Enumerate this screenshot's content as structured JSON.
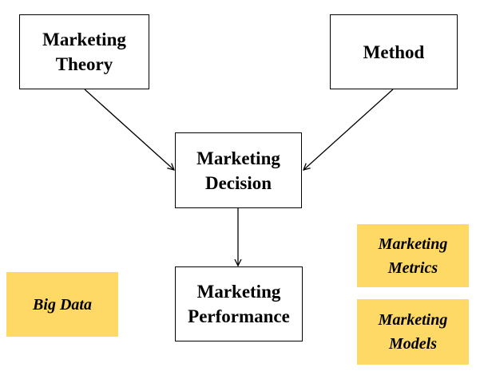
{
  "nodes": {
    "theory": {
      "line1": "Marketing",
      "line2": "Theory"
    },
    "method": {
      "line1": "Method"
    },
    "decision": {
      "line1": "Marketing",
      "line2": "Decision"
    },
    "performance": {
      "line1": "Marketing",
      "line2": "Performance"
    }
  },
  "notes": {
    "big_data": {
      "line1": "Big Data"
    },
    "metrics": {
      "line1": "Marketing",
      "line2": "Metrics"
    },
    "models": {
      "line1": "Marketing",
      "line2": "Models"
    }
  },
  "edges": [
    {
      "from": "Marketing Theory",
      "to": "Marketing Decision"
    },
    {
      "from": "Method",
      "to": "Marketing Decision"
    },
    {
      "from": "Marketing Decision",
      "to": "Marketing Performance"
    }
  ],
  "colors": {
    "note_fill": "#ffd966",
    "box_border": "#000000",
    "text": "#000000"
  }
}
